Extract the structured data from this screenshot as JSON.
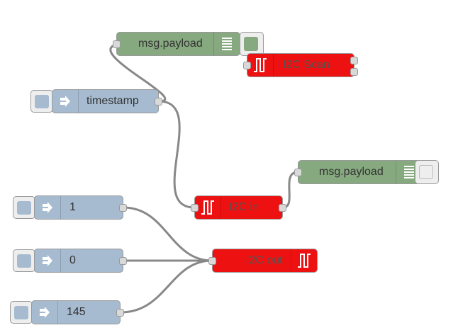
{
  "colors": {
    "inject": "#a6bbcf",
    "debug": "#87a980",
    "i2c": "#ee1111",
    "wire": "#888888",
    "port": "#d9d9d9",
    "debug_active": "#87a980",
    "debug_inactive": "#eeeeee",
    "inject_button": "#a6bbcf"
  },
  "nodes": {
    "debug_top": {
      "type": "debug",
      "label": "msg.payload",
      "icon": "list-icon",
      "enabled": true
    },
    "i2c_scan": {
      "type": "i2c",
      "label": "I2C Scan",
      "icon": "i2c-icon"
    },
    "inject_timestamp": {
      "type": "inject",
      "label": "timestamp",
      "icon": "arrow-right-icon"
    },
    "debug_mid": {
      "type": "debug",
      "label": "msg.payload",
      "icon": "list-icon",
      "enabled": false
    },
    "i2c_in": {
      "type": "i2c",
      "label": "I2C in",
      "icon": "i2c-icon"
    },
    "inject_1": {
      "type": "inject",
      "label": "1",
      "icon": "arrow-right-icon"
    },
    "inject_0": {
      "type": "inject",
      "label": "0",
      "icon": "arrow-right-icon"
    },
    "i2c_out": {
      "type": "i2c",
      "label": "I2C out",
      "icon": "i2c-icon"
    },
    "inject_145": {
      "type": "inject",
      "label": "145",
      "icon": "arrow-right-icon"
    }
  }
}
